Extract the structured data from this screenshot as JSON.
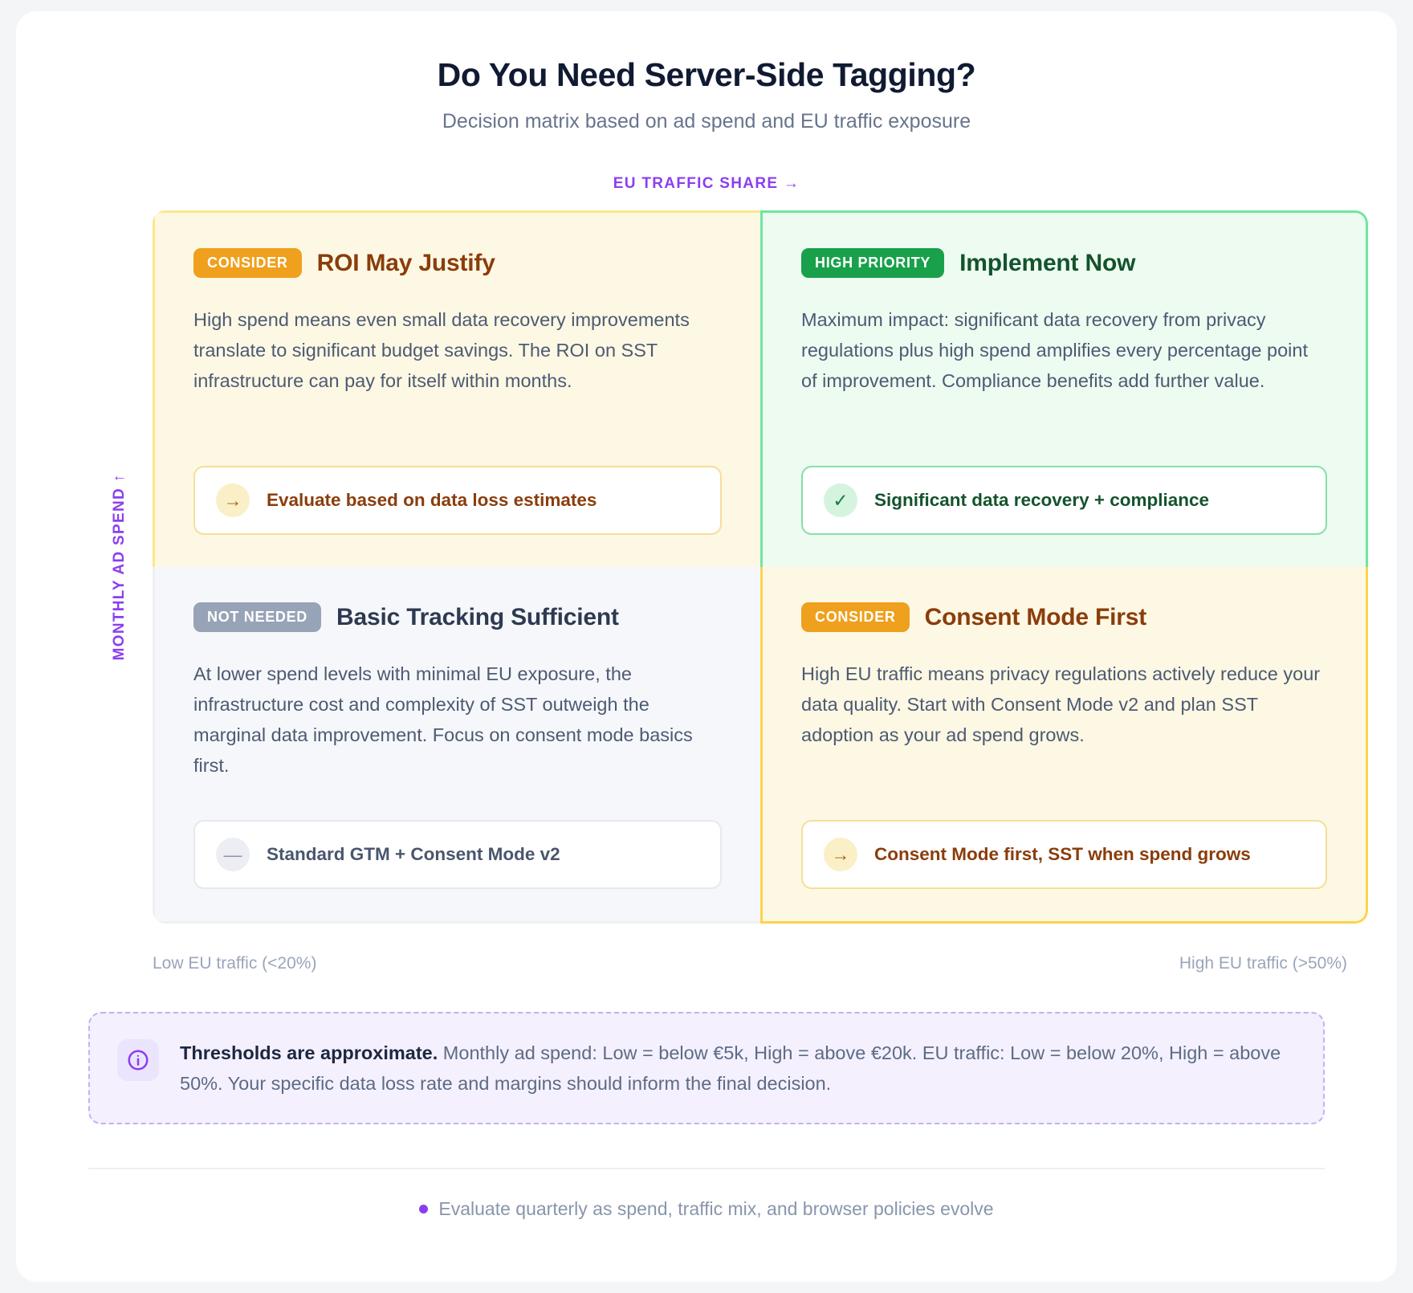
{
  "header": {
    "title": "Do You Need Server-Side Tagging?",
    "subtitle": "Decision matrix based on ad spend and EU traffic exposure"
  },
  "axes": {
    "x_label": "EU TRAFFIC SHARE →",
    "y_label": "MONTHLY AD SPEND ↑",
    "x_low": "Low EU traffic (<20%)",
    "x_high": "High EU traffic (>50%)",
    "accent_color": "#8b3ef0"
  },
  "quadrants": [
    {
      "position": "top-left",
      "badge": "CONSIDER",
      "badge_color": "#efa01c",
      "title": "ROI May Justify",
      "body": "High spend means even small data recovery improvements translate to significant budget savings. The ROI on SST infrastructure can pay for itself within months.",
      "chip_icon": "arrow-right-icon",
      "chip_glyph": "→",
      "chip_text": "Evaluate based on data loss estimates"
    },
    {
      "position": "top-right",
      "badge": "HIGH PRIORITY",
      "badge_color": "#18a14a",
      "title": "Implement Now",
      "body": "Maximum impact: significant data recovery from privacy regulations plus high spend amplifies every percentage point of improvement. Compliance benefits add further value.",
      "chip_icon": "check-icon",
      "chip_glyph": "✓",
      "chip_text": "Significant data recovery + compliance"
    },
    {
      "position": "bottom-left",
      "badge": "NOT NEEDED",
      "badge_color": "#97a3b6",
      "title": "Basic Tracking Sufficient",
      "body": "At lower spend levels with minimal EU exposure, the infrastructure cost and complexity of SST outweigh the marginal data improvement. Focus on consent mode basics first.",
      "chip_icon": "minus-icon",
      "chip_glyph": "—",
      "chip_text": "Standard GTM + Consent Mode v2"
    },
    {
      "position": "bottom-right",
      "badge": "CONSIDER",
      "badge_color": "#efa01c",
      "title": "Consent Mode First",
      "body": "High EU traffic means privacy regulations actively reduce your data quality. Start with Consent Mode v2 and plan SST adoption as your ad spend grows.",
      "chip_icon": "arrow-right-icon",
      "chip_glyph": "→",
      "chip_text": "Consent Mode first, SST when spend grows"
    }
  ],
  "note": {
    "icon": "info-icon",
    "lead": "Thresholds are approximate.",
    "rest": " Monthly ad spend: Low = below €5k, High = above €20k. EU traffic: Low = below 20%, High = above 50%. Your specific data loss rate and margins should inform the final decision."
  },
  "footer": {
    "text": "Evaluate quarterly as spend, traffic mix, and browser policies evolve"
  }
}
